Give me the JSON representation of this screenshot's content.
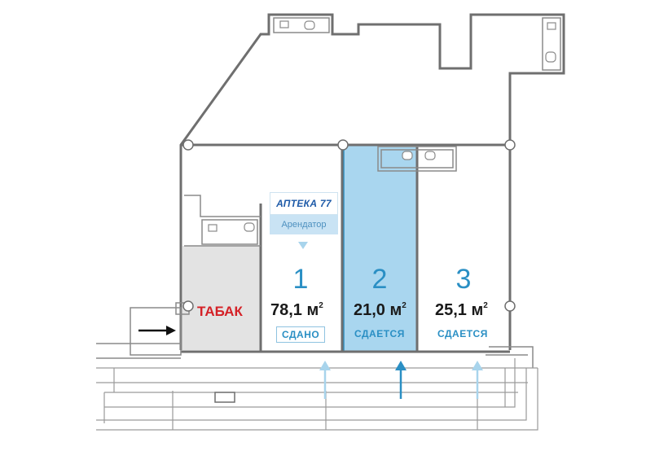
{
  "units": [
    {
      "number": "1",
      "area": "78,1 м",
      "sup": "2",
      "status": "СДАНО"
    },
    {
      "number": "2",
      "area": "21,0 м",
      "sup": "2",
      "status": "СДАЕТСЯ"
    },
    {
      "number": "3",
      "area": "25,1 м",
      "sup": "2",
      "status": "СДАЕТСЯ"
    }
  ],
  "tabak_label": "ТАБАК",
  "tenant": {
    "logo_text": "АПТЕКА 77",
    "caption": "Арендатор"
  },
  "colors": {
    "wall": "#6f6f6f",
    "highlight": "#a9d6ef",
    "tabak_fill": "#e3e3e3",
    "accent_blue": "#2a8fc4",
    "entrance_arrow": "#a8d4ec",
    "tabak_red": "#d42127"
  }
}
